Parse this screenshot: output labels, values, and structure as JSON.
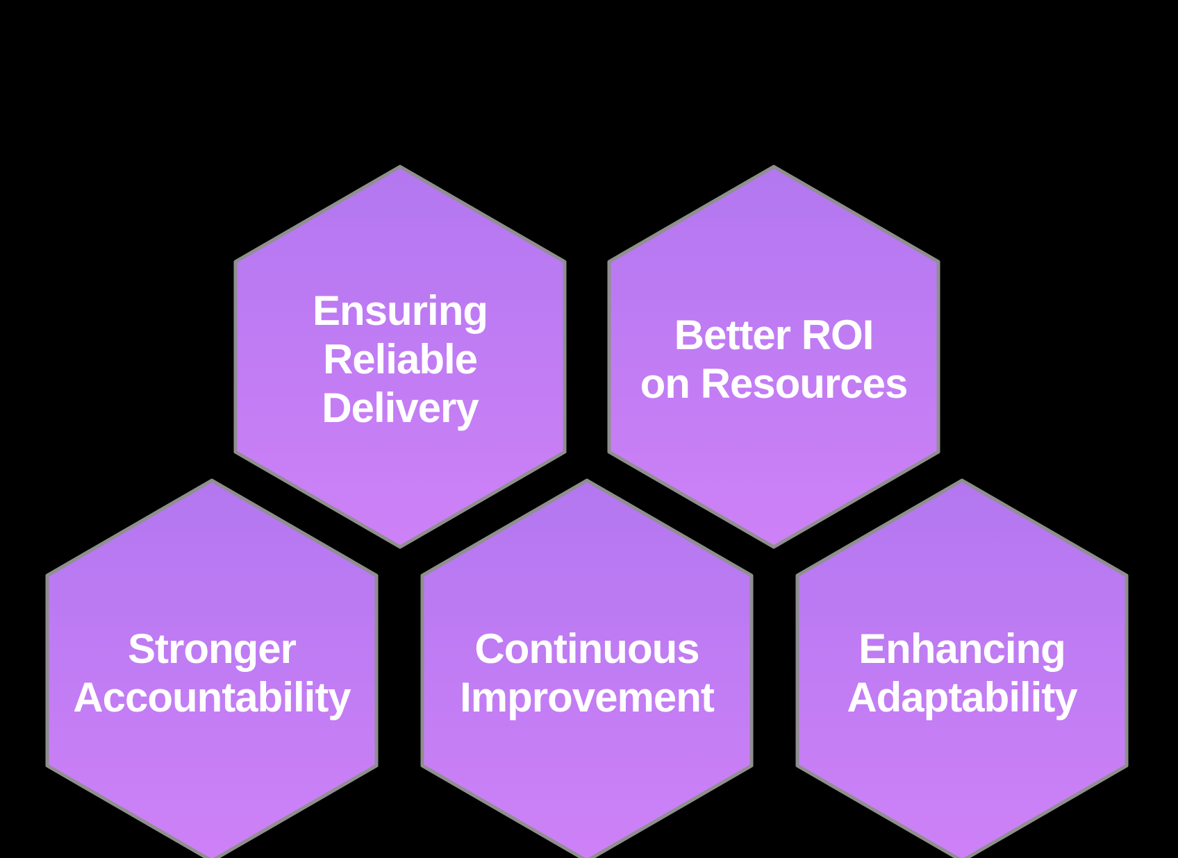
{
  "style": {
    "background": "#000000",
    "gradient_top": "#b377f0",
    "gradient_bottom": "#ce81f7",
    "edge_color": "#8f8f8f",
    "text_color": "#ffffff"
  },
  "diagram": {
    "type": "hexagon-benefits-infographic",
    "hexagon_count": 5
  },
  "hexagons": [
    {
      "id": "ensuring-reliable-delivery",
      "lines": [
        "Ensuring",
        "Reliable",
        "Delivery"
      ]
    },
    {
      "id": "better-roi-on-resources",
      "lines": [
        "Better ROI",
        "on Resources"
      ]
    },
    {
      "id": "stronger-accountability",
      "lines": [
        "Stronger",
        "Accountability"
      ]
    },
    {
      "id": "continuous-improvement",
      "lines": [
        "Continuous",
        "Improvement"
      ]
    },
    {
      "id": "enhancing-adaptability",
      "lines": [
        "Enhancing",
        "Adaptability"
      ]
    }
  ]
}
